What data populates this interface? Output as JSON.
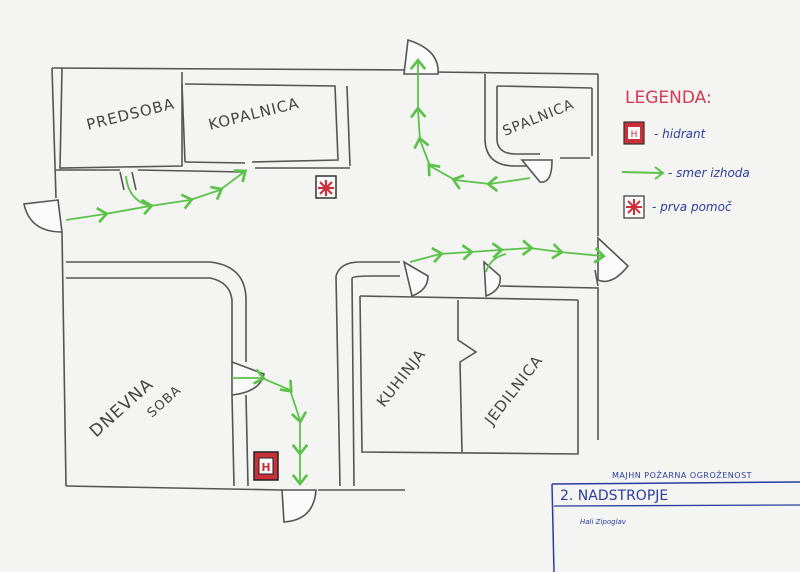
{
  "rooms": {
    "predsoba": "PREDSOBA",
    "kopalnica": "KOPALNICA",
    "spalnica": "SPALNICA",
    "dnevna_line1": "DNEVNA",
    "dnevna_line2": "SOBA",
    "kuhinja": "KUHINJA",
    "jedilnica": "JEDILNICA"
  },
  "legend": {
    "title": "LEGENDA:",
    "items": [
      {
        "icon": "hydrant-icon",
        "label": "- hidrant"
      },
      {
        "icon": "exit-arrow-icon",
        "label": "- smer izhoda"
      },
      {
        "icon": "first-aid-icon",
        "label": "- prva pomoč"
      }
    ]
  },
  "markers": {
    "hydrant_letter": "H"
  },
  "title_block": {
    "course": "MAJHN POŽARNA OGROŽENOST",
    "floor": "2. NADSTROPJE",
    "author": "Hali Zipoglav"
  },
  "colors": {
    "wall": "#555555",
    "exit_arrow": "#5cc24a",
    "hydrant": "#c9303a",
    "legend_title": "#d33a52",
    "legend_text": "#2a3d9c",
    "title_block": "#2a3d9c"
  }
}
